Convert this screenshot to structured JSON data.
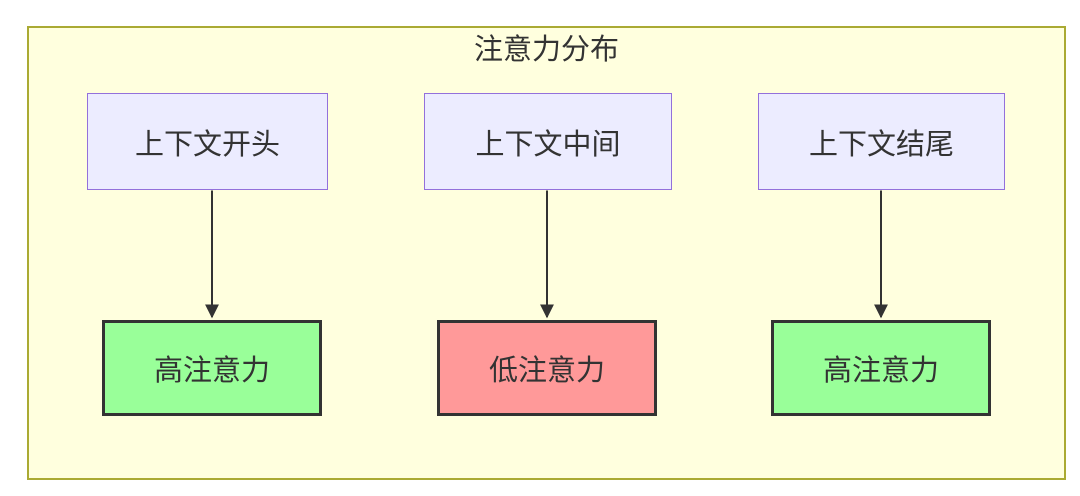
{
  "diagram": {
    "title": "注意力分布",
    "nodes": {
      "top": [
        {
          "label": "上下文开头"
        },
        {
          "label": "上下文中间"
        },
        {
          "label": "上下文结尾"
        }
      ],
      "bottom": [
        {
          "label": "高注意力",
          "state": "high"
        },
        {
          "label": "低注意力",
          "state": "low"
        },
        {
          "label": "高注意力",
          "state": "high"
        }
      ]
    },
    "edges": [
      {
        "from": "上下文开头",
        "to": "高注意力"
      },
      {
        "from": "上下文中间",
        "to": "低注意力"
      },
      {
        "from": "上下文结尾",
        "to": "高注意力"
      }
    ],
    "colors": {
      "group-fill": "#ffffde",
      "group-border": "#aaaa33",
      "context-fill": "#ECECFF",
      "context-border": "#9370DB",
      "high-fill": "#99ff99",
      "low-fill": "#ff9999",
      "node-border": "#333333",
      "edge": "#333333",
      "text": "#333333"
    }
  }
}
